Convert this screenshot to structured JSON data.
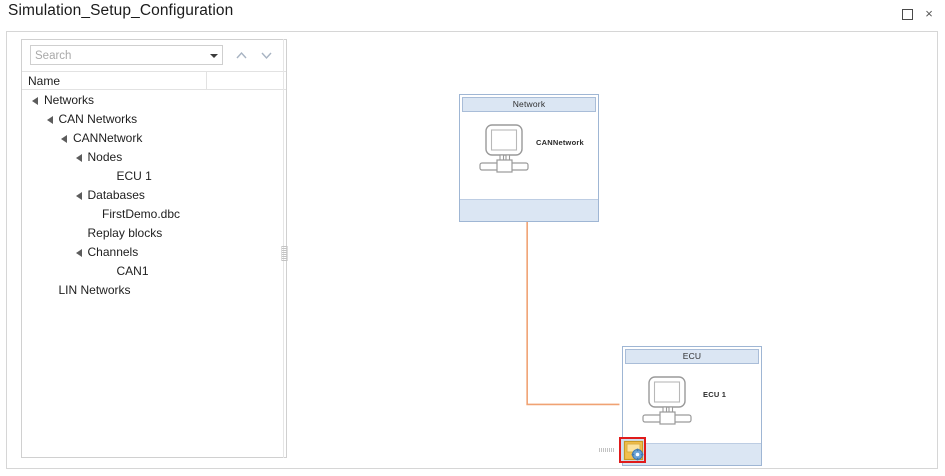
{
  "window": {
    "title": "Simulation_Setup_Configuration",
    "controls": [
      {
        "name": "maximize-button",
        "glyph": ""
      },
      {
        "name": "close-button",
        "glyph": "×"
      }
    ]
  },
  "search": {
    "placeholder": "Search",
    "value": "",
    "dropdown_icon": "chevron-down-icon",
    "prev_icon": "chevron-up-icon",
    "next_icon": "chevron-down-icon"
  },
  "tree": {
    "columns": [
      "Name",
      ""
    ],
    "items": [
      {
        "label": "Networks",
        "depth": 0,
        "expandable": true
      },
      {
        "label": "CAN Networks",
        "depth": 1,
        "expandable": true
      },
      {
        "label": "CANNetwork",
        "depth": 2,
        "expandable": true
      },
      {
        "label": "Nodes",
        "depth": 3,
        "expandable": true
      },
      {
        "label": "ECU 1",
        "depth": 5,
        "expandable": false
      },
      {
        "label": "Databases",
        "depth": 3,
        "expandable": true
      },
      {
        "label": "FirstDemo.dbc",
        "depth": 4,
        "expandable": false
      },
      {
        "label": "Replay blocks",
        "depth": 3,
        "expandable": false
      },
      {
        "label": "Channels",
        "depth": 3,
        "expandable": true
      },
      {
        "label": "CAN1",
        "depth": 5,
        "expandable": false
      },
      {
        "label": "LIN Networks",
        "depth": 1,
        "expandable": false
      }
    ]
  },
  "diagram": {
    "nodes": [
      {
        "id": "network-node",
        "header": "Network",
        "caption": "CANNetwork",
        "icon": "computer-node-icon"
      },
      {
        "id": "ecu-node",
        "header": "ECU",
        "caption": "ECU 1",
        "icon": "computer-node-icon",
        "config_icon": "configuration-gear-icon",
        "config_icon_selected": true
      }
    ],
    "connector": {
      "from": "network-node",
      "to": "ecu-node",
      "color": "#F0A273"
    }
  },
  "colors": {
    "node_header_fill": "#DBE6F3",
    "node_header_border": "#A9BDD8",
    "node_border": "#9FB6D4",
    "connector": "#F0A273",
    "selection_highlight": "#E01B1B",
    "panel_border": "#D0D0D0"
  }
}
